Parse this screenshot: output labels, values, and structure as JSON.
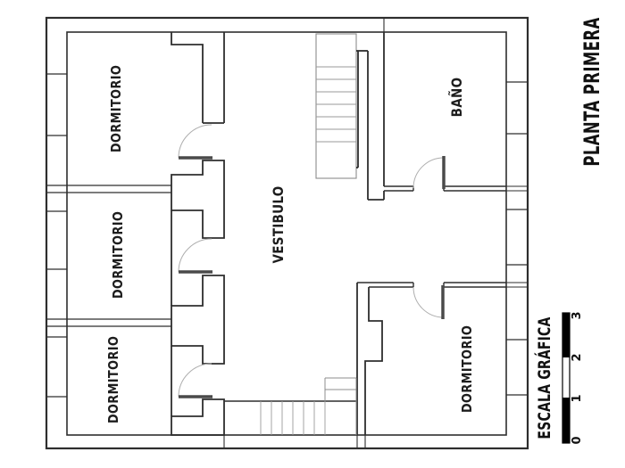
{
  "title": "PLANTA PRIMERA",
  "rooms": {
    "bedroom_top_left": {
      "label": "DORMITORIO"
    },
    "bedroom_mid_left": {
      "label": "DORMITORIO"
    },
    "bedroom_bottom_left": {
      "label": "DORMITORIO"
    },
    "hall": {
      "label": "VESTIBULO"
    },
    "bath": {
      "label": "BAÑO"
    },
    "bedroom_bottom_right": {
      "label": "DORMITORIO"
    }
  },
  "scale": {
    "label": "ESCALA GRÁFICA",
    "ticks": [
      "0",
      "1",
      "2",
      "3"
    ]
  },
  "colors": {
    "ink": "#2e2e2e",
    "thin_line": "#8c8c8c",
    "door_arc": "#aeaeae",
    "bar_black": "#000000",
    "background": "#ffffff"
  }
}
